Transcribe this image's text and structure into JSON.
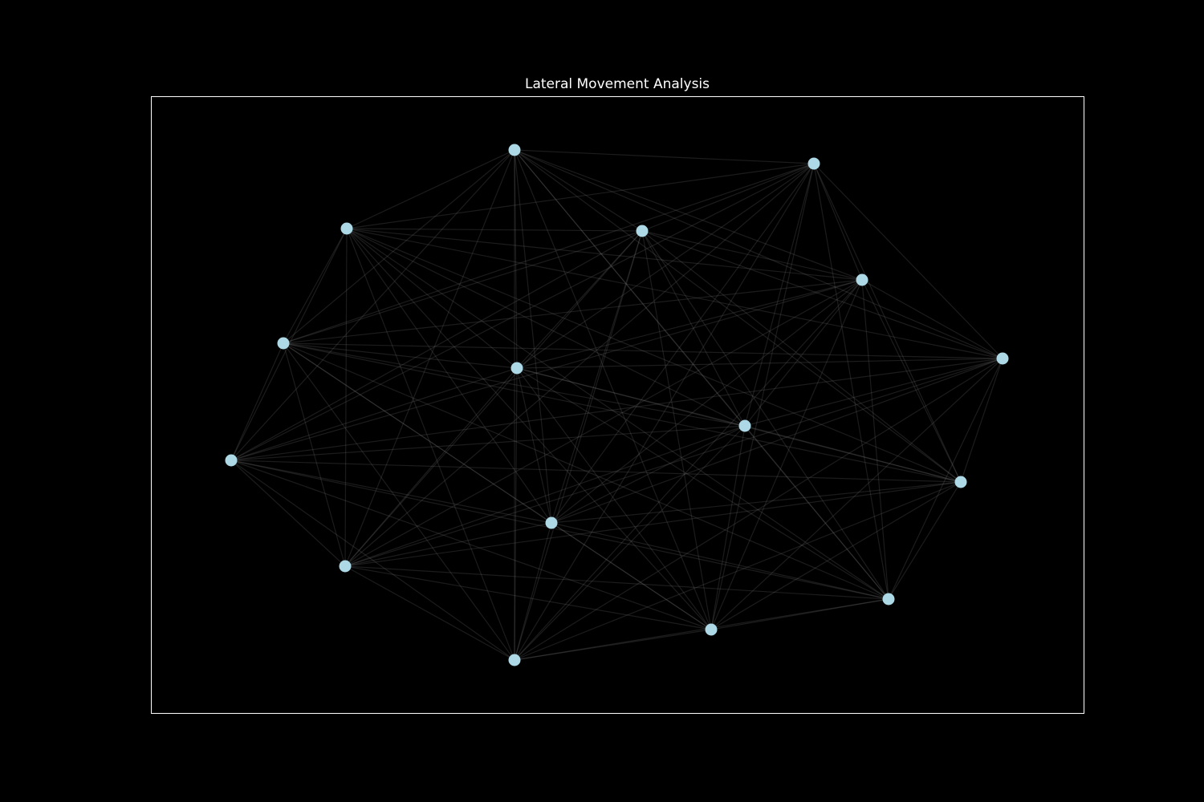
{
  "title": "Lateral Movement Analysis",
  "colors": {
    "background": "#000000",
    "frame": "#ffffff",
    "node": "#add8e6",
    "edge": "#808080"
  },
  "graph": {
    "layout": "force-directed",
    "edge_style": "all-pairs",
    "nodes": [
      {
        "id": "n1"
      },
      {
        "id": "n2"
      },
      {
        "id": "n3"
      },
      {
        "id": "n4"
      },
      {
        "id": "n5"
      },
      {
        "id": "n6"
      },
      {
        "id": "n7"
      },
      {
        "id": "n8"
      },
      {
        "id": "n9"
      },
      {
        "id": "n10"
      },
      {
        "id": "n11"
      },
      {
        "id": "n12"
      },
      {
        "id": "n13"
      },
      {
        "id": "n14"
      },
      {
        "id": "n15"
      },
      {
        "id": "n16"
      }
    ]
  }
}
